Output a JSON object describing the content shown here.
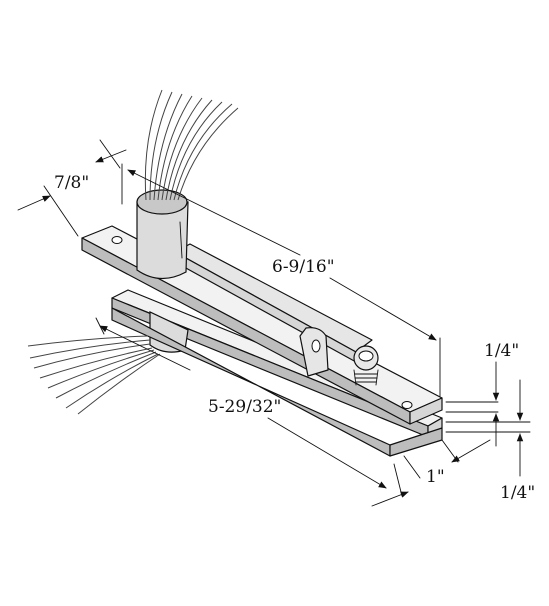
{
  "labels": {
    "overall_length": "6-9/16\"",
    "lower_length": "5-29/32\"",
    "width": "7/8\"",
    "plate_thickness_top": "1/4\"",
    "plate_thickness_bottom": "1/4\"",
    "depth": "1\""
  }
}
